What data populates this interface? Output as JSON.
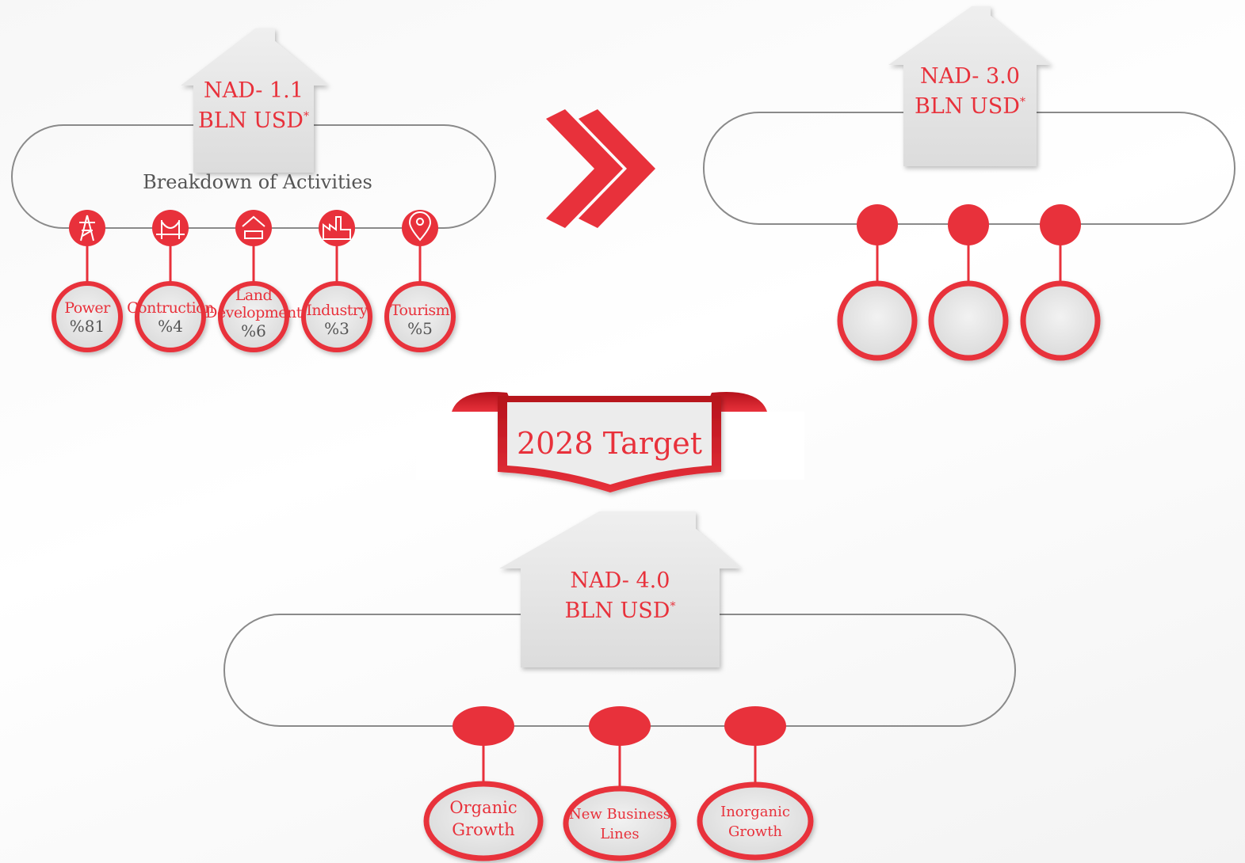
{
  "colors": {
    "accent": "#e8313b",
    "bubble_fill": "#e9e9e9",
    "house_fill": "#e6e6e6",
    "outline": "#8a8a8a",
    "heading": "#555555"
  },
  "current": {
    "title_line1": "NAD- 1.1",
    "title_line2": "BLN USD",
    "asterisk": "*",
    "breakdown_heading": "Breakdown of Activities",
    "activities": [
      {
        "label": "Power",
        "value": "%81",
        "icon": "power-tower-icon"
      },
      {
        "label": "Contruction",
        "value": "%4",
        "icon": "bridge-icon"
      },
      {
        "label_line1": "Land",
        "label_line2": "Development",
        "value": "%6",
        "icon": "land-development-icon"
      },
      {
        "label": "Industry",
        "value": "%3",
        "icon": "factory-icon"
      },
      {
        "label": "Tourism",
        "value": "%5",
        "icon": "map-pin-icon"
      }
    ]
  },
  "arrow_icon": "double-chevron-right-icon",
  "next": {
    "title_line1": "NAD- 3.0",
    "title_line2": "BLN USD",
    "asterisk": "*"
  },
  "target_ribbon": {
    "label": "2028 Target"
  },
  "target": {
    "title_line1": "NAD- 4.0",
    "title_line2": "BLN USD",
    "asterisk": "*",
    "pillars": [
      {
        "line1": "Organic",
        "line2": "Growth"
      },
      {
        "line1": "New Business",
        "line2": "Lines"
      },
      {
        "line1": "Inorganic",
        "line2": "Growth"
      }
    ]
  }
}
